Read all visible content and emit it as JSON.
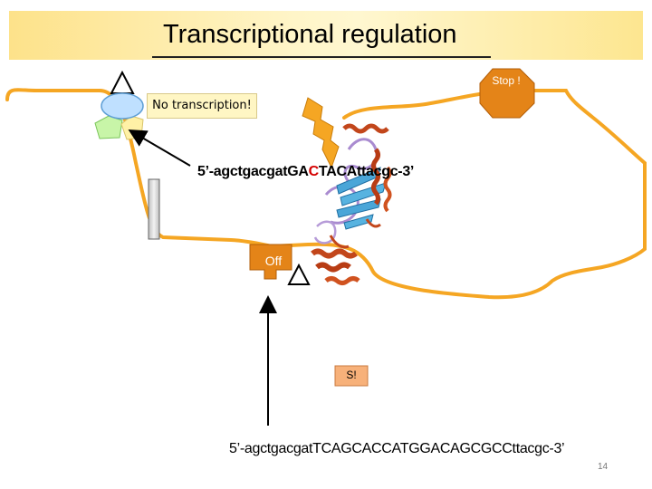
{
  "title": "Transcriptional regulation",
  "labels": {
    "no_transcription": "No transcription!",
    "stop": "Stop !",
    "off": "Off",
    "s": "S!"
  },
  "sequences": {
    "seq1": {
      "prefix": "5’-agctgacgat",
      "caps_a": "GA",
      "highlight": "C",
      "caps_b": "TACA",
      "suffix": "ttacgc-3’"
    },
    "seq2": "5’-agctgacgatTCAGCACCATGGACAGCGCCttacgc-3’"
  },
  "page_number": "14",
  "colors": {
    "dna_strand": "#f5a623",
    "stop_octagon": "#e48418",
    "off_shape": "#e48418",
    "lightning": "#f5a623",
    "s_box": "#f7b17a",
    "title_bg": "#fde28a"
  }
}
